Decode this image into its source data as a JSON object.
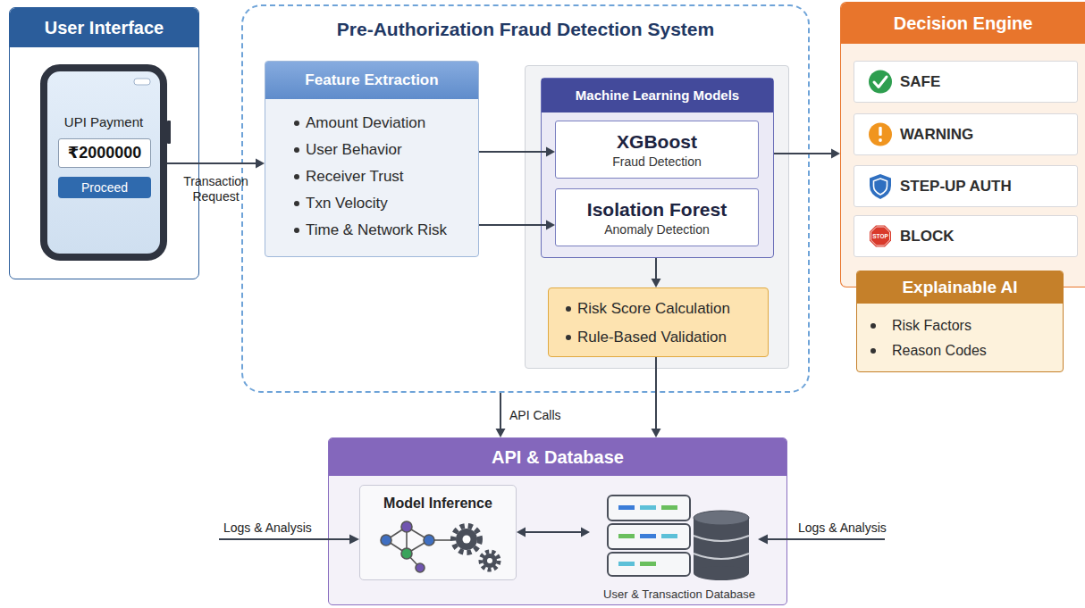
{
  "diagram": {
    "nodes": [
      {
        "text": [
          "User Interface"
        ]
      },
      {
        "text": [
          "UPI Payment"
        ],
        "in": 0
      },
      {
        "text": [
          "₹2000000"
        ],
        "in": 1
      },
      {
        "text": [
          "Proceed"
        ],
        "in": 1
      },
      {
        "text": [
          "Pre-Authorization Fraud Detection System"
        ]
      },
      {
        "text": [
          "Feature Extraction",
          "Amount Deviation",
          "User Behavior",
          "Receiver Trust",
          "Txn Velocity",
          "Time & Network Risk"
        ],
        "in": 4
      },
      {
        "text": [
          "Machine Learning Models"
        ],
        "in": 4
      },
      {
        "text": [
          "XGBoost",
          "Fraud Detection"
        ],
        "in": 6
      },
      {
        "text": [
          "Isolation Forest",
          "Anomaly Detection"
        ],
        "in": 6
      },
      {
        "text": [
          "Risk Score Calculation",
          "Rule-Based Validation"
        ],
        "in": 4
      },
      {
        "text": [
          "Decision Engine"
        ]
      },
      {
        "text": [
          "SAFE"
        ],
        "in": 10
      },
      {
        "text": [
          "WARNING"
        ],
        "in": 10
      },
      {
        "text": [
          "STEP-UP AUTH"
        ],
        "in": 10
      },
      {
        "text": [
          "BLOCK"
        ],
        "in": 10
      },
      {
        "text": [
          "Explainable AI",
          "Risk Factors",
          "Reason Codes"
        ]
      },
      {
        "text": [
          "API & Database"
        ]
      },
      {
        "text": [
          "Model Inference"
        ],
        "in": 16
      },
      {
        "text": [
          "User & Transaction Database"
        ],
        "in": 16
      }
    ],
    "edges": [
      {
        "from": 1,
        "to": 5,
        "label": "Transaction Request",
        "arrow": "to"
      },
      {
        "from": 5,
        "to": 7,
        "arrow": "to"
      },
      {
        "from": 5,
        "to": 8,
        "arrow": "to"
      },
      {
        "from": 6,
        "to": 9,
        "arrow": "to"
      },
      {
        "from": 6,
        "to": 10,
        "arrow": "to"
      },
      {
        "from": 9,
        "to": 16,
        "arrow": "to"
      },
      {
        "from": 4,
        "to": 16,
        "label": "API Calls",
        "arrow": "to"
      },
      {
        "from": 17,
        "to": 18,
        "arrow": "both"
      }
    ],
    "labels": [
      "STOP",
      "Logs & Analysis",
      "Logs & Analysis"
    ]
  }
}
